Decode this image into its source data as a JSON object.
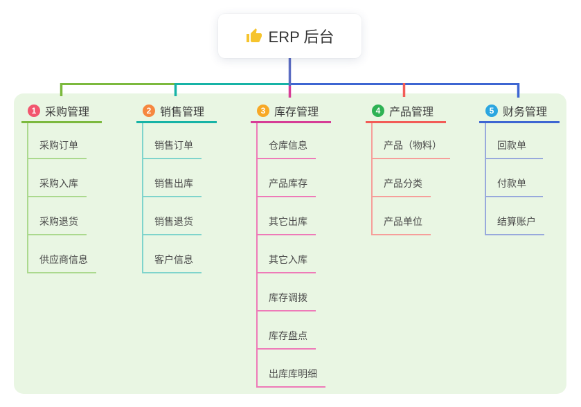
{
  "root": {
    "icon": "thumbs-up-icon",
    "label": "ERP 后台"
  },
  "branches": [
    {
      "badge": "1",
      "label": "采购管理",
      "children": [
        "采购订单",
        "采购入库",
        "采购退货",
        "供应商信息"
      ]
    },
    {
      "badge": "2",
      "label": "销售管理",
      "children": [
        "销售订单",
        "销售出库",
        "销售退货",
        "客户信息"
      ]
    },
    {
      "badge": "3",
      "label": "库存管理",
      "children": [
        "仓库信息",
        "产品库存",
        "其它出库",
        "其它入库",
        "库存调拨",
        "库存盘点",
        "出库库明细"
      ]
    },
    {
      "badge": "4",
      "label": "产品管理",
      "children": [
        "产品（物料）",
        "产品分类",
        "产品单位"
      ]
    },
    {
      "badge": "5",
      "label": "财务管理",
      "children": [
        "回款单",
        "付款单",
        "结算账户"
      ]
    }
  ],
  "palette": {
    "root-line": "#5b6cc2",
    "panel-bg": "#e9f6e3",
    "icon-color": "#f6c42d",
    "b1-main": "#7cb93e",
    "b1-child": "#abd98e",
    "b1-badge": "#f2566e",
    "b2-main": "#17b3a6",
    "b2-child": "#7fd4cc",
    "b2-badge": "#f6873f",
    "b3-main": "#d63d96",
    "b3-child": "#ee7ab8",
    "b3-badge": "#f7a826",
    "b4-main": "#f25c57",
    "b4-child": "#f69e9a",
    "b4-badge": "#2eb254",
    "b5-main": "#3e66d2",
    "b5-child": "#98a9dc",
    "b5-badge": "#2ba6e0"
  }
}
